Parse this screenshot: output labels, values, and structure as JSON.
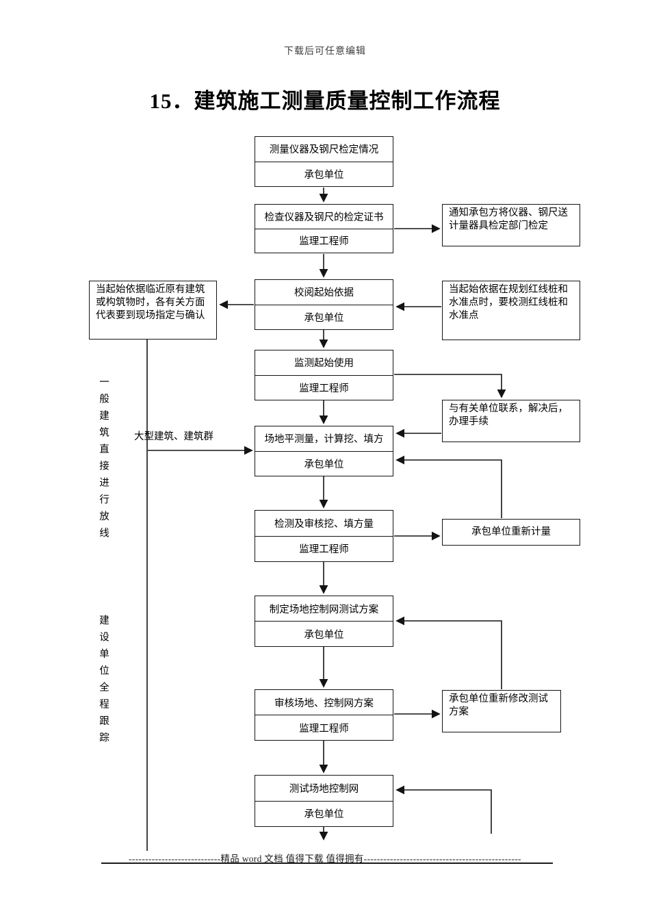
{
  "page": {
    "header_note": "下载后可任意编辑",
    "title": "15．建筑施工测量质量控制工作流程",
    "footer_text": "----------------------------精品 word 文档 值得下载 值得拥有------------------------------------------------"
  },
  "flowchart": {
    "main_boxes": [
      {
        "label": "测量仪器及钢尺检定情况",
        "role": "承包单位"
      },
      {
        "label": "检查仪器及钢尺的检定证书",
        "role": "监理工程师"
      },
      {
        "label": "校阅起始依据",
        "role": "承包单位"
      },
      {
        "label": "监测起始使用",
        "role": "监理工程师"
      },
      {
        "label": "场地平测量，计算挖、填方",
        "role": "承包单位"
      },
      {
        "label": "检测及审核挖、填方量",
        "role": "监理工程师"
      },
      {
        "label": "制定场地控制网测试方案",
        "role": "承包单位"
      },
      {
        "label": "审核场地、控制网方案",
        "role": "监理工程师"
      },
      {
        "label": "测试场地控制网",
        "role": "承包单位"
      }
    ],
    "side_boxes": [
      {
        "text": "通知承包方将仪器、钢尺送计量器具检定部门检定"
      },
      {
        "text": "当起始依据临近原有建筑或构筑物时，各有关方面代表要到现场指定与确认"
      },
      {
        "text": "当起始依据在规划红线桩和水准点时，要校测红线桩和水准点"
      },
      {
        "text": "与有关单位联系，解决后，办理手续"
      },
      {
        "text": "承包单位重新计量"
      },
      {
        "text": "承包单位重新修改测试方案"
      }
    ],
    "annotations": {
      "left_vertical_top": "一般建筑直接进行放线",
      "left_vertical_bottom": "建设单位全程跟踪",
      "branch_label": "大型建筑、建筑群"
    }
  },
  "colors": {
    "line": "#141414",
    "header_text": "#3f3f3f",
    "body_text": "#000000"
  }
}
